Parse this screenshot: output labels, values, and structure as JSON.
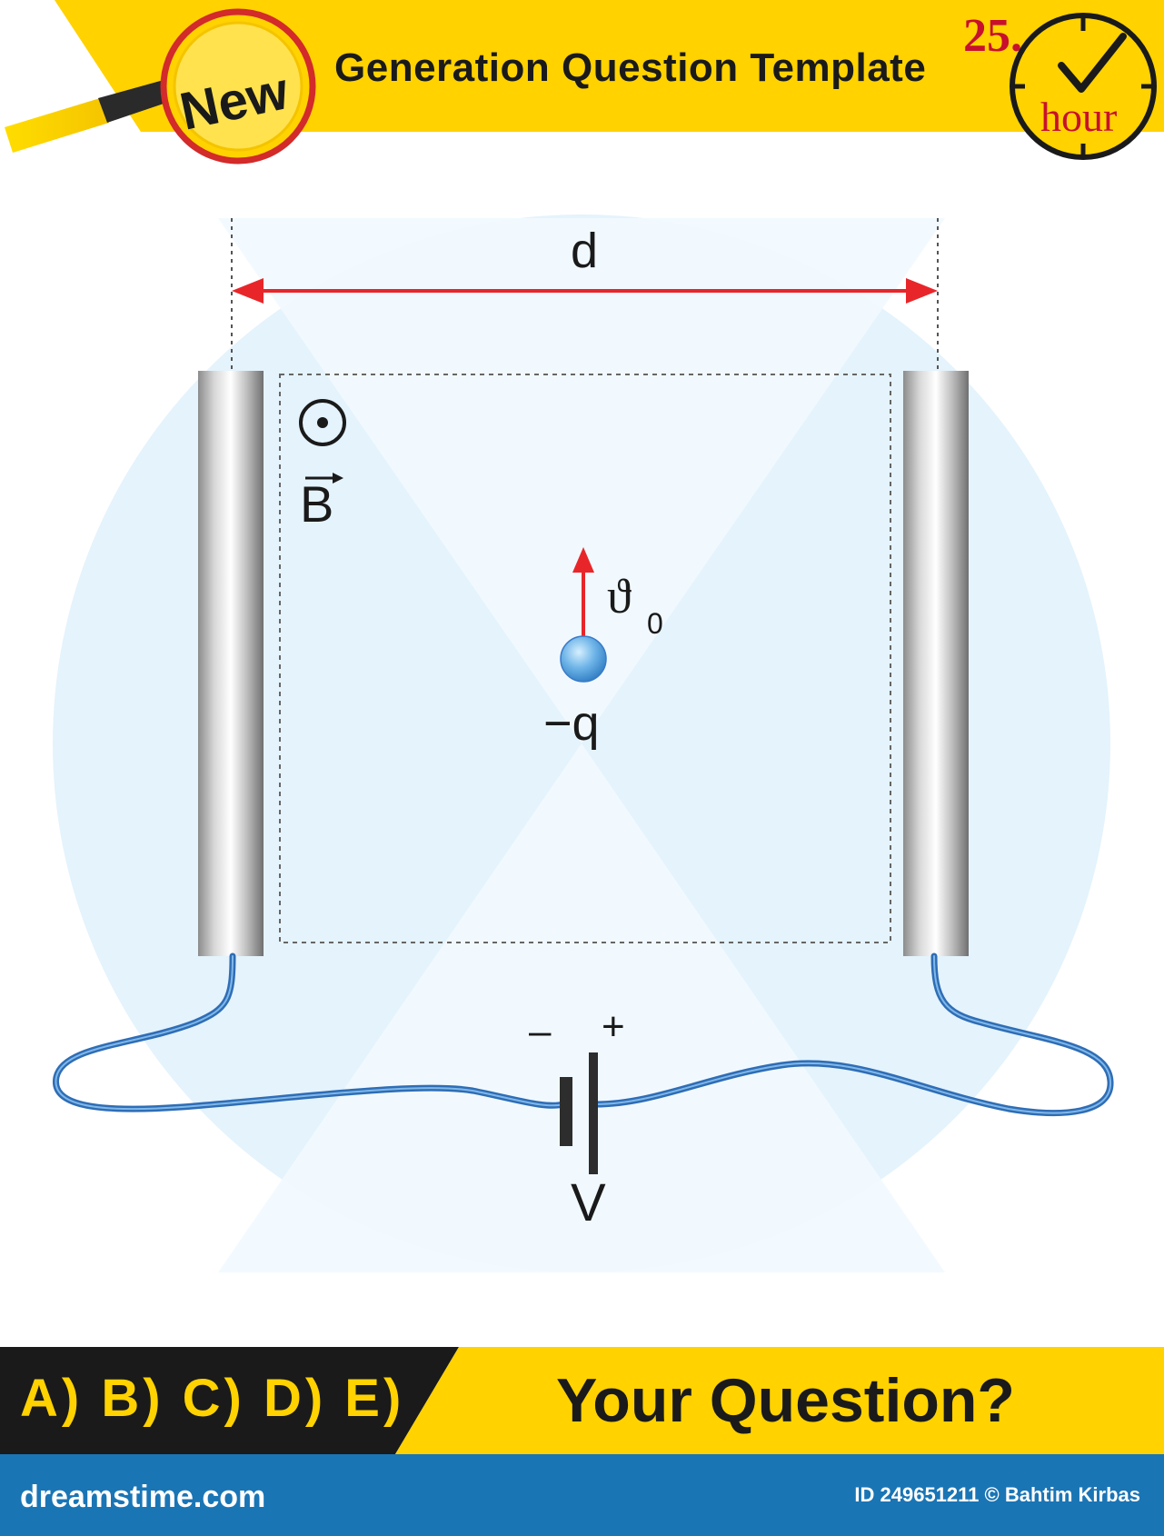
{
  "header": {
    "badge": "New",
    "title": "Generation Question Template",
    "hour_number": "25.",
    "hour_word": "hour"
  },
  "diagram": {
    "distance_label": "d",
    "field_label": "B",
    "velocity_symbol": "ϑ",
    "velocity_subscript": "0",
    "charge_label": "−q",
    "battery_minus": "–",
    "battery_plus": "+",
    "voltage_label": "V"
  },
  "footer": {
    "answers": "A) B) C) D) E)",
    "question": "Your Question?",
    "watermark_logo": "dreamstime.com",
    "credit": "ID 249651211 © Bahtim Kirbas"
  },
  "colors": {
    "yellow": "#ffd200",
    "red_accent": "#c8102e",
    "arrow_red": "#e8262a",
    "light_blue": "#e4f3fc",
    "wire_blue": "#3a7bc8",
    "footer_blue": "#1a75b5"
  }
}
